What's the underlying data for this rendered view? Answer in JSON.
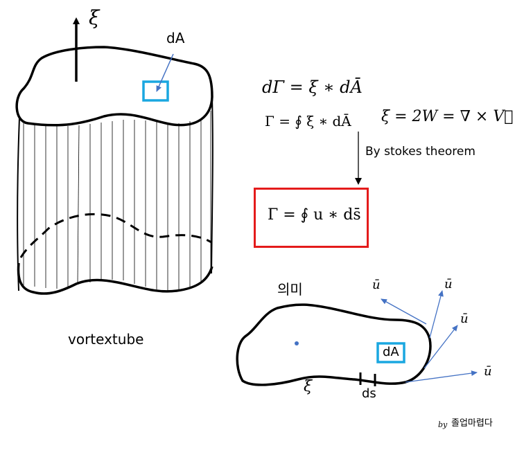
{
  "labels": {
    "xi_axis": "ξ",
    "dA_top": "dA",
    "vortextube": "vortextube",
    "eq1": "dΓ = ξ ∗ dĀ",
    "eq2": "Γ = ∮ ξ ∗ dĀ",
    "eq3": "ξ = 2W = ∇ × V⃗",
    "stokes": "By stokes theorem",
    "result": "Γ = ∮ u ∗ ds̄",
    "meaning": "의미",
    "u_bar": "ū",
    "dA_bottom": "dA",
    "xi_bottom": "ξ",
    "ds": "ds",
    "by": "by",
    "author": "졸업마렵다"
  },
  "colors": {
    "outline": "#000000",
    "highlight_box": "#1aa7e0",
    "result_box": "#e41b1b",
    "arrow_blue": "#4472c4"
  }
}
